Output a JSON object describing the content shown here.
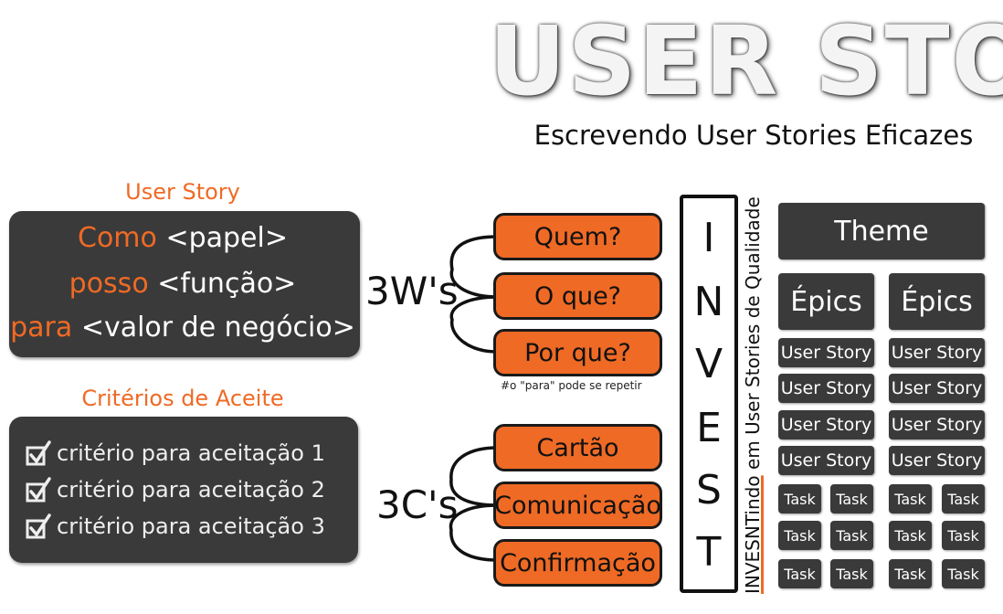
{
  "header": {
    "title": "USER STORY",
    "subtitle": "Escrevendo User Stories Eficazes"
  },
  "user_story": {
    "heading": "User Story",
    "lines": [
      {
        "keyword": "Como",
        "rest": "<papel>"
      },
      {
        "keyword": "posso",
        "rest": "<função>"
      },
      {
        "keyword": "para",
        "rest": "<valor de negócio>"
      }
    ]
  },
  "criteria": {
    "heading": "Critérios de Aceite",
    "items": [
      "critério para aceitação 1",
      "critério para aceitação 2",
      "critério para aceitação 3"
    ]
  },
  "three_w": {
    "label": "3W's",
    "items": [
      "Quem?",
      "O que?",
      "Por que?"
    ],
    "note": "#o \"para\" pode se repetir"
  },
  "three_c": {
    "label": "3C's",
    "items": [
      "Cartão",
      "Comunicação",
      "Confirmação"
    ]
  },
  "invest": {
    "letters": [
      "I",
      "N",
      "V",
      "E",
      "S",
      "T"
    ],
    "caption_highlight": "INVESNTindo",
    "caption_rest": " em User Stories de Qualidade"
  },
  "hierarchy": {
    "theme": "Theme",
    "epic": "Épics",
    "user_story": "User Story",
    "task": "Task"
  },
  "colors": {
    "accent": "#ef6a25",
    "dark": "#3a3a3a"
  }
}
